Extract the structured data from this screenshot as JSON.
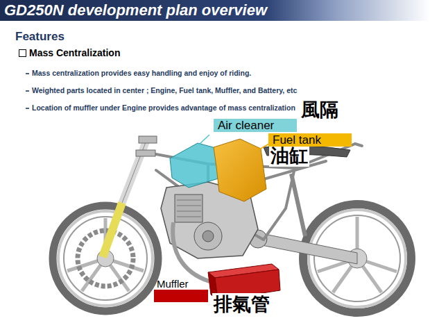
{
  "diagram": {
    "title": "GD250N development plan overview",
    "nodes": [
      {
        "text": [
          "Air cleaner"
        ]
      },
      {
        "text": [
          "Fuel tank"
        ]
      },
      {
        "text": [
          "Muffler"
        ]
      }
    ],
    "labels": [
      "Features",
      "Mass Centralization",
      "Mass centralization provides easy handling and enjoy of riding.",
      "Weighted parts located in center ; Engine, Fuel tank, Muffler, and Battery, etc",
      "Location of muffler under Engine provides advantage of mass centralization",
      "風隔",
      "油缸",
      "排氣管"
    ]
  }
}
